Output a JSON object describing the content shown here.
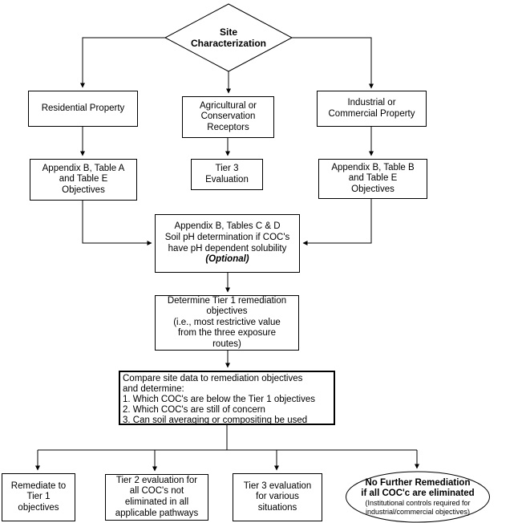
{
  "diagram": {
    "background_color": "#ffffff",
    "line_color": "#000000",
    "text_color": "#000000",
    "nodes": {
      "site_characterization": {
        "shape": "diamond",
        "label": "Site\nCharacterization"
      },
      "residential_property": {
        "shape": "rect",
        "label": "Residential Property"
      },
      "agricultural_receptors": {
        "shape": "rect",
        "label": "Agricultural or\nConservation\nReceptors"
      },
      "industrial_property": {
        "shape": "rect",
        "label": "Industrial or\nCommercial Property"
      },
      "appendix_b_table_a": {
        "shape": "rect",
        "label": "Appendix B, Table A\nand Table E\nObjectives"
      },
      "tier_3_evaluation": {
        "shape": "rect",
        "label": "Tier 3\nEvaluation"
      },
      "appendix_b_table_b": {
        "shape": "rect",
        "label": "Appendix B, Table B\nand Table E\nObjectives"
      },
      "soil_ph_determination": {
        "shape": "rect",
        "label": "Appendix B, Tables C & D\nSoil pH determination if COC's\nhave pH dependent solubility",
        "note": "(Optional)"
      },
      "determine_tier_1": {
        "shape": "rect",
        "label": "Determine Tier 1 remediation\nobjectives\n(i.e., most restrictive value\nfrom the three exposure\nroutes)"
      },
      "compare_site_data": {
        "shape": "rect",
        "label": "Compare site data to remediation objectives\nand determine:\n1. Which COC's are below the Tier 1 objectives\n2. Which COC's are still of concern\n3. Can soil averaging or compositing be used"
      },
      "remediate_tier_1": {
        "shape": "rect",
        "label": "Remediate to\nTier 1\nobjectives"
      },
      "tier_2_evaluation": {
        "shape": "rect",
        "label": "Tier 2 evaluation for\nall COC's not\neliminated in all\napplicable pathways"
      },
      "tier_3_situations": {
        "shape": "rect",
        "label": "Tier 3 evaluation\nfor various\nsituations"
      },
      "no_further_remediation": {
        "shape": "ellipse",
        "title": "No Further Remediation\nif all COC'c are eliminated",
        "subtitle": "(Institutional controls required for\nindustrial/commercial objectives)"
      }
    }
  }
}
